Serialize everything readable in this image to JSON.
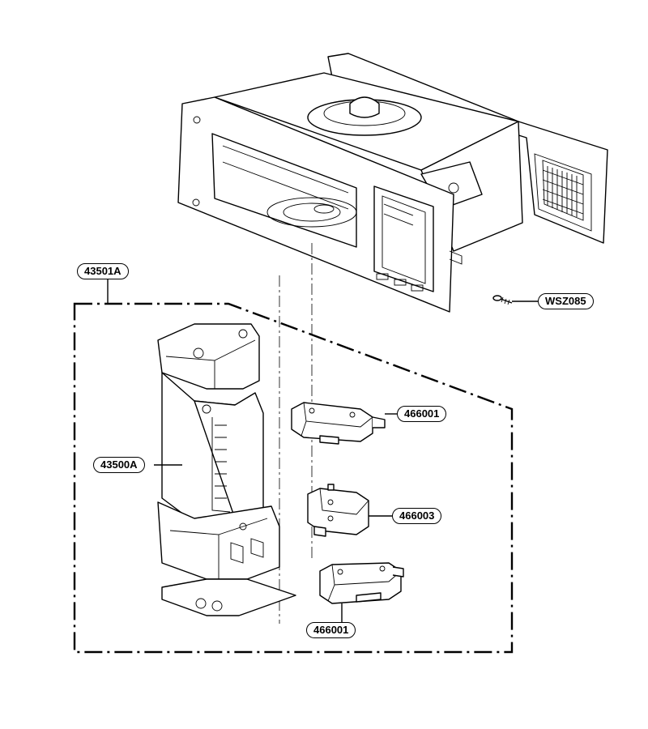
{
  "labels": {
    "assembly": "43501A",
    "screw": "WSZ085",
    "switch_top": "466001",
    "latch": "43500A",
    "switch_middle": "466003",
    "switch_bottom": "466001"
  }
}
